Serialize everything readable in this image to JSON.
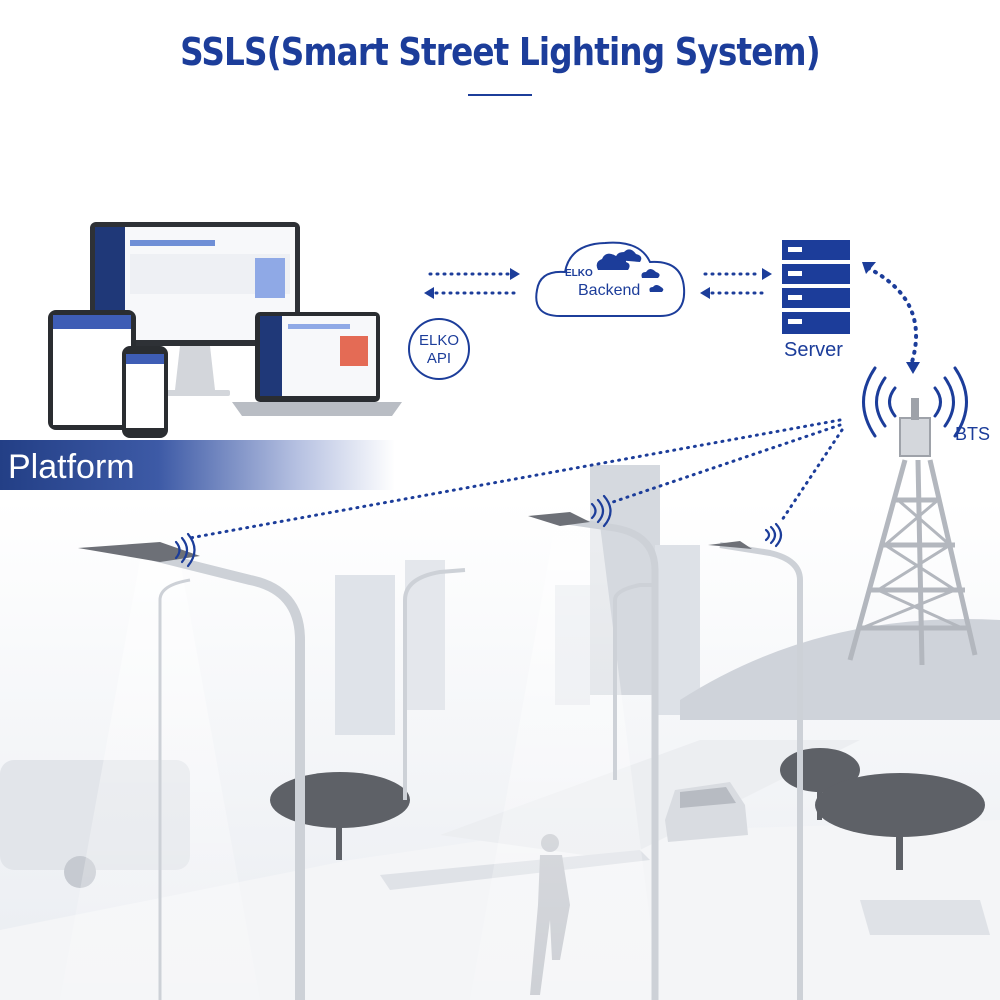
{
  "header": {
    "title": "SSLS(Smart Street Lighting System)"
  },
  "platform": {
    "label": "Platform"
  },
  "api": {
    "line1": "ELKO",
    "line2": "API"
  },
  "backend": {
    "brand": "ELKO",
    "label": "Backend"
  },
  "server": {
    "label": "Server"
  },
  "bts": {
    "label": "BTS"
  },
  "colors": {
    "brand_blue": "#1c3d9a",
    "band_blue": "#233f86"
  }
}
